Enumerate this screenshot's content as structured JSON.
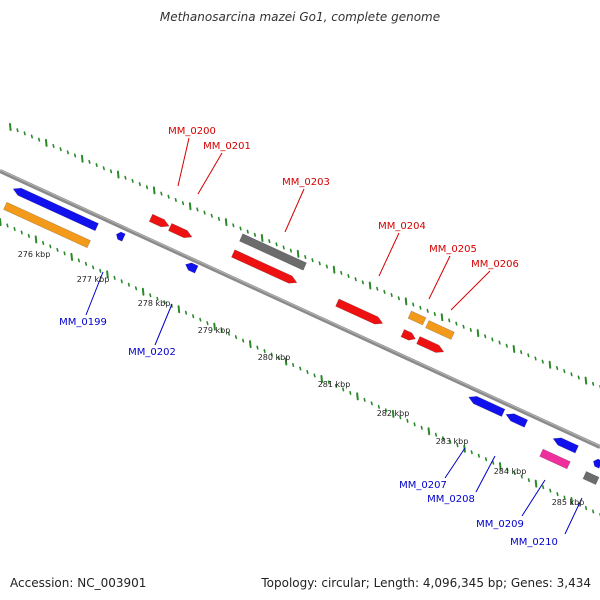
{
  "title": "Methanosarcina mazei Go1, complete genome",
  "footer": {
    "accession": "Accession: NC_003901",
    "summary": "Topology: circular; Length: 4,096,345 bp; Genes: 3,434"
  },
  "colors": {
    "forward_label": "#d40000",
    "reverse_label": "#0000cc",
    "scale_ticks": "#2a8a2a",
    "backbone": "#8a8a8a",
    "gene_red": "#ee1111",
    "gene_blue": "#1111ee",
    "gene_orange": "#f39a1a",
    "gene_gray": "#6c6c6c",
    "gene_pink": "#ef2f9e"
  },
  "scale": {
    "tick_labels": [
      "276 kbp",
      "277 kbp",
      "278 kbp",
      "279 kbp",
      "280 kbp",
      "281 kbp",
      "282 kbp",
      "283 kbp",
      "284 kbp",
      "285 kbp"
    ]
  },
  "gene_labels_forward": [
    "MM_0200",
    "MM_0201",
    "MM_0203",
    "MM_0204",
    "MM_0205",
    "MM_0206"
  ],
  "gene_labels_reverse": [
    "MM_0199",
    "MM_0202",
    "MM_0207",
    "MM_0208",
    "MM_0209",
    "MM_0210"
  ]
}
